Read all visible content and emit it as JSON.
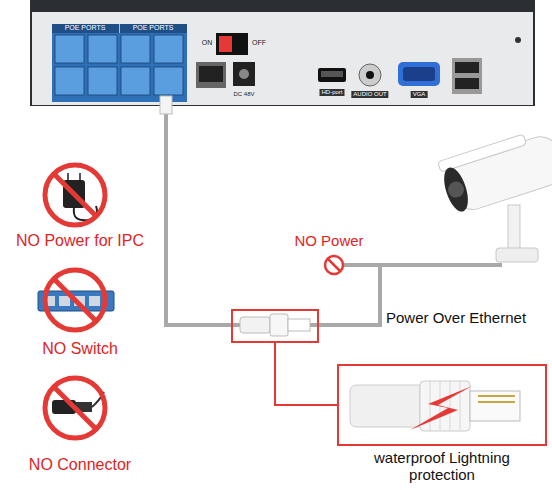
{
  "diagram": {
    "nodes": [
      {
        "text": [
          "POE PORTS",
          "POE PORTS",
          "ON",
          "OFF",
          "DC 48V",
          "HD-port",
          "AUDIO OUT",
          "VGA"
        ]
      },
      {
        "text": [
          "NO Power for IPC"
        ]
      },
      {
        "text": [
          "NO Power"
        ]
      },
      {
        "text": [
          "NO Switch"
        ]
      },
      {
        "text": [
          "NO Connector"
        ]
      },
      {
        "text": [
          "waterproof Lightning protection"
        ]
      }
    ],
    "labels": [
      "Power Over Ethernet"
    ]
  }
}
